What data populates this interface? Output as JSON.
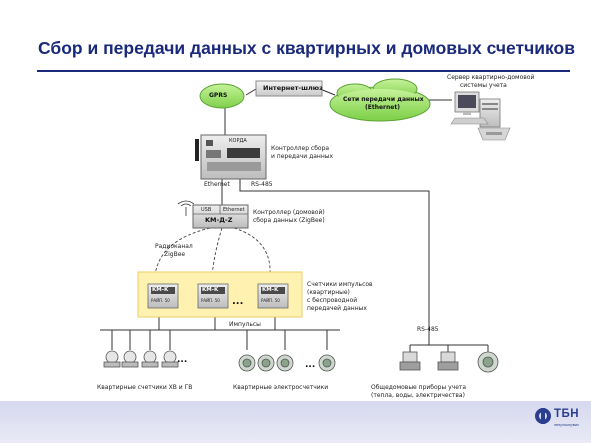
{
  "title": "Сбор и передачи данных с квартирных и домовых счетчиков",
  "colors": {
    "title": "#1a2a7a",
    "cloud": "#9ee26a",
    "gateway": "#dcdcdc",
    "zone": "#fff2b0",
    "footer": "#d6d8ee",
    "logo": "#2a3f8f"
  },
  "nodes": {
    "gprs": "GPRS",
    "internet_gateway": "Интернет-шлюз",
    "network_line1": "Сети передачи данных",
    "network_line2": "(Ethernet)",
    "server_line1": "Сервер квартирно-домовой",
    "server_line2": "системы учета",
    "controller_top_line1": "Контроллер сбора",
    "controller_top_line2": "и передачи данных",
    "controller_top_device": "КОРДА",
    "ethernet_label": "Ethernet",
    "rs485_top": "RS-485",
    "usb": "USB",
    "ethernet_port": "Ethernet",
    "km_dz": "KM-Д-Z",
    "house_controller_line1": "Контроллер (домовой)",
    "house_controller_line2": "сбора данных (ZigBee)",
    "radio_line1": "Радиоканал",
    "radio_line2": "ZigBee",
    "pulse_counter_line1": "Счетчики импульсов",
    "pulse_counter_line2": "(квартирные)",
    "pulse_counter_line3": "с беспроводной",
    "pulse_counter_line4": "передачей данных",
    "kmk_label": "KM-K",
    "kmk_sub": "РАЙП. 50",
    "ellipsis": "...",
    "impulses": "Импульсы",
    "rs485_bottom": "RS-485",
    "water_meters": "Квартирные счетчики ХВ и ГВ",
    "electric_meters": "Квартирные электросчетчики",
    "common_meters_line1": "Общедомовые приборы учета",
    "common_meters_line2": "(тепла, воды, электричества)"
  },
  "logo": {
    "text": "ТБН",
    "sub": "энергосервис"
  }
}
